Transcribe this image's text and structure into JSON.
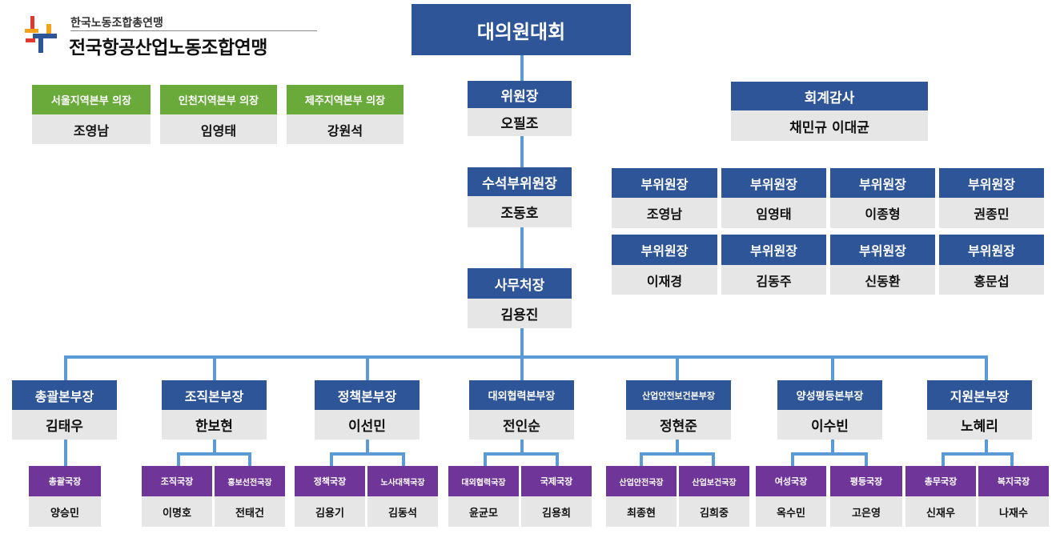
{
  "logo": {
    "line1": "한국노동조합총연맹",
    "line2": "전국항공산업노동조합연맹",
    "colors": [
      "#e03a2f",
      "#f2a31b",
      "#2e5597"
    ]
  },
  "top": {
    "label": "대의원대회"
  },
  "chairman": {
    "title": "위원장",
    "name": "오필조"
  },
  "senior_vice": {
    "title": "수석부위원장",
    "name": "조동호"
  },
  "secretary": {
    "title": "사무처장",
    "name": "김용진"
  },
  "auditor": {
    "title": "회계감사",
    "name": "채민규 이대균"
  },
  "regional": [
    {
      "title": "서울지역본부 의장",
      "name": "조영남"
    },
    {
      "title": "인천지역본부 의장",
      "name": "임영태"
    },
    {
      "title": "제주지역본부 의장",
      "name": "강원석"
    }
  ],
  "vice_chairs": [
    {
      "title": "부위원장",
      "name": "조영남"
    },
    {
      "title": "부위원장",
      "name": "임영태"
    },
    {
      "title": "부위원장",
      "name": "이종형"
    },
    {
      "title": "부위원장",
      "name": "권종민"
    },
    {
      "title": "부위원장",
      "name": "이재경"
    },
    {
      "title": "부위원장",
      "name": "김동주"
    },
    {
      "title": "부위원장",
      "name": "신동환"
    },
    {
      "title": "부위원장",
      "name": "홍문섭"
    }
  ],
  "divisions": [
    {
      "title": "총괄본부장",
      "name": "김태우",
      "subs": [
        {
          "title": "총괄국장",
          "name": "양승민"
        }
      ]
    },
    {
      "title": "조직본부장",
      "name": "한보현",
      "subs": [
        {
          "title": "조직국장",
          "name": "이명호"
        },
        {
          "title": "홍보선전국장",
          "name": "전태건"
        }
      ]
    },
    {
      "title": "정책본부장",
      "name": "이선민",
      "subs": [
        {
          "title": "정책국장",
          "name": "김용기"
        },
        {
          "title": "노사대책국장",
          "name": "김동석"
        }
      ]
    },
    {
      "title": "대외협력본부장",
      "name": "전인순",
      "subs": [
        {
          "title": "대외협력국장",
          "name": "윤균모"
        },
        {
          "title": "국제국장",
          "name": "김용희"
        }
      ]
    },
    {
      "title": "산업안전보건본부장",
      "name": "정현준",
      "subs": [
        {
          "title": "산업안전국장",
          "name": "최종현"
        },
        {
          "title": "산업보건국장",
          "name": "김희중"
        }
      ]
    },
    {
      "title": "양성평등본부장",
      "name": "이수빈",
      "subs": [
        {
          "title": "여성국장",
          "name": "옥수민"
        },
        {
          "title": "평등국장",
          "name": "고은영"
        }
      ]
    },
    {
      "title": "지원본부장",
      "name": "노혜리",
      "subs": [
        {
          "title": "총무국장",
          "name": "신재우"
        },
        {
          "title": "복지국장",
          "name": "나재수"
        }
      ]
    }
  ],
  "colors": {
    "header_blue": "#2e5597",
    "regional_green": "#6aaa3a",
    "sub_purple": "#6f3598",
    "name_gray": "#e6e6e6",
    "connector": "#5b9bd5"
  }
}
